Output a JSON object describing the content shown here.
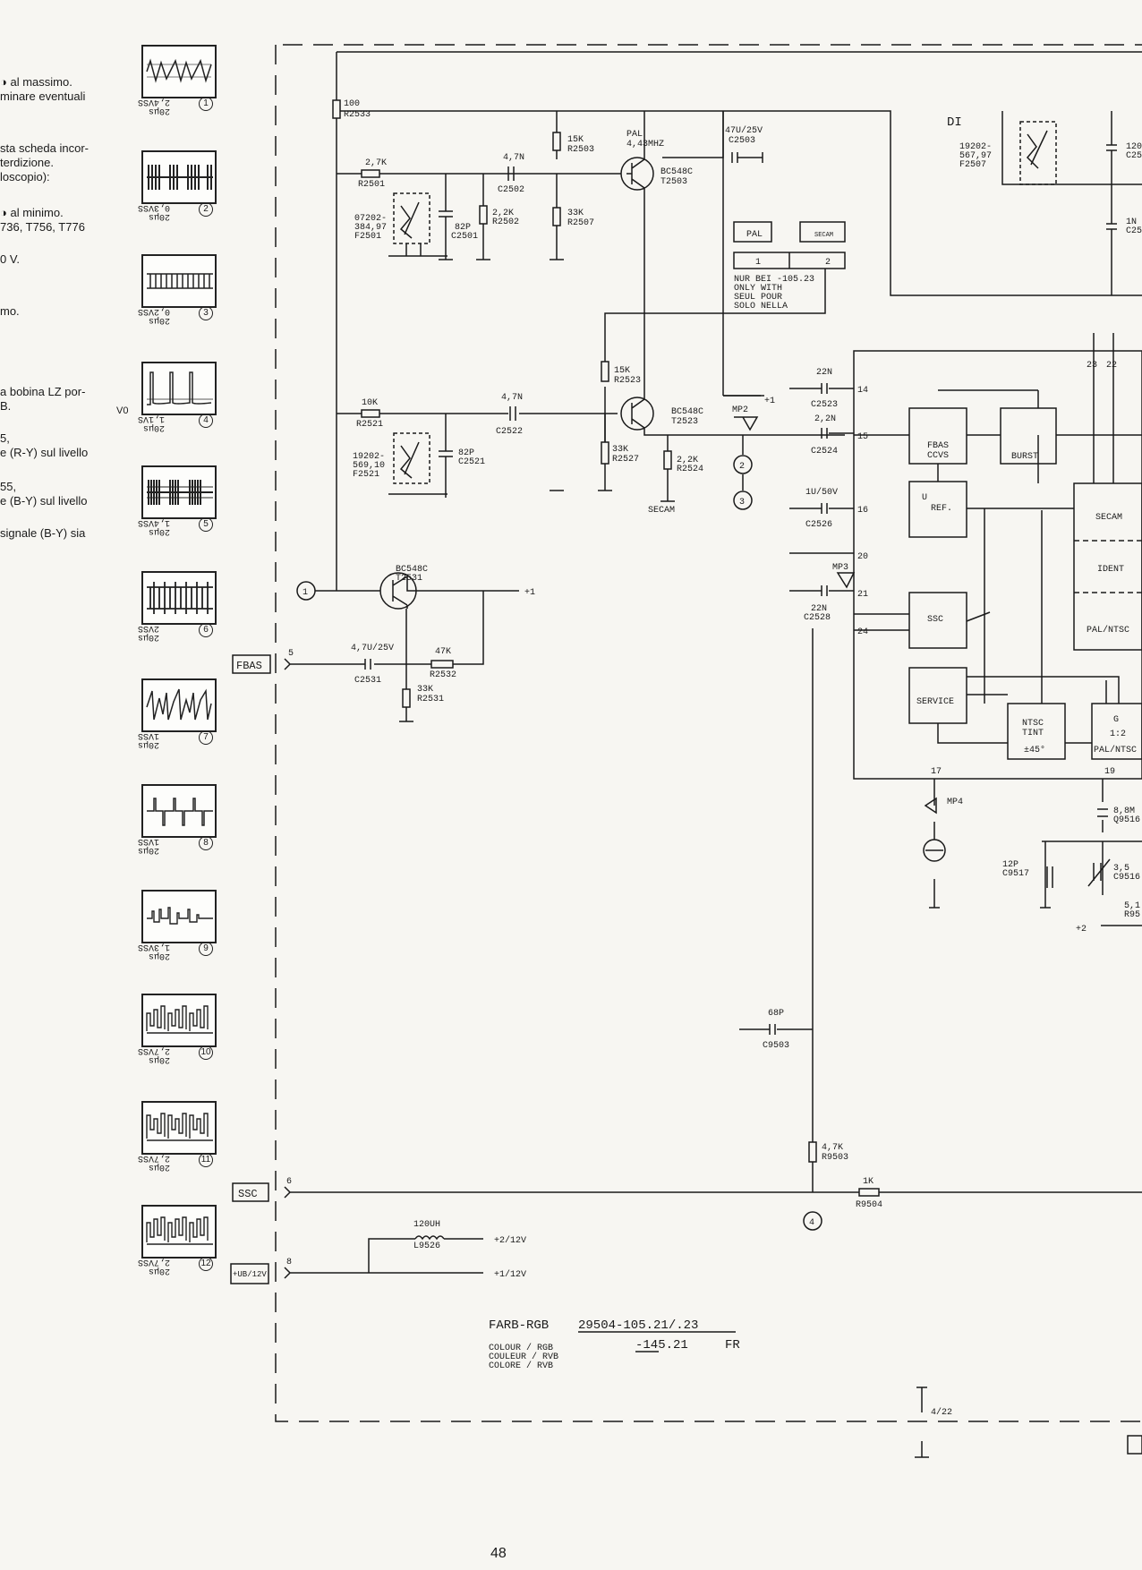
{
  "side_text": [
    "◑ al massimo.",
    "minare eventuali",
    "sta scheda incor-",
    "terdizione.",
    "loscopio):",
    "◑ al minimo.",
    "736, T756, T776",
    "0 V.",
    "mo.",
    "a bobina LZ por-",
    "B.",
    "5,",
    "e (R-Y) sul livello",
    "55,",
    "e (B-Y) sul livello",
    "signale (B-Y) sia"
  ],
  "waveforms": [
    {
      "num": "1",
      "amp": "2,4VSS",
      "time": "20μs"
    },
    {
      "num": "2",
      "amp": "0,3VSS",
      "time": "20μs"
    },
    {
      "num": "3",
      "amp": "0,2VSS",
      "time": "20μs"
    },
    {
      "num": "4",
      "amp": "1,1VS",
      "time": "20μs",
      "ref": "V0"
    },
    {
      "num": "5",
      "amp": "1,4VSS",
      "time": "20μs"
    },
    {
      "num": "6",
      "amp": "2VSS",
      "time": "20μs"
    },
    {
      "num": "7",
      "amp": "1VSS",
      "time": "20μs"
    },
    {
      "num": "8",
      "amp": "1VSS",
      "time": "20μs"
    },
    {
      "num": "9",
      "amp": "1,3VSS",
      "time": "20μs"
    },
    {
      "num": "10",
      "amp": "2,7VSS",
      "time": "20μs"
    },
    {
      "num": "11",
      "amp": "2,7VSS",
      "time": "20μs"
    },
    {
      "num": "12",
      "amp": "2,7VSS",
      "time": "20μs"
    }
  ],
  "components": {
    "r2533": [
      "100",
      "R2533"
    ],
    "r2503": [
      "15K",
      "R2503"
    ],
    "r2501": [
      "2,7K",
      "R2501"
    ],
    "c2502": [
      "4,7N",
      "C2502"
    ],
    "f2501": [
      "07202-",
      "384,97",
      "F2501"
    ],
    "c2501": [
      "82P",
      "C2501"
    ],
    "r2502": [
      "2,2K",
      "R2502"
    ],
    "r2507": [
      "33K",
      "R2507"
    ],
    "pal": [
      "PAL",
      "4,43MHZ"
    ],
    "t2503": [
      "BC548C",
      "T2503"
    ],
    "c2503": [
      "47U/25V",
      "C2503"
    ],
    "r2523": [
      "15K",
      "R2523"
    ],
    "r2521": [
      "10K",
      "R2521"
    ],
    "c2522": [
      "4,7N",
      "C2522"
    ],
    "f2521": [
      "19202-",
      "569,10",
      "F2521"
    ],
    "c2521": [
      "82P",
      "C2521"
    ],
    "r2527": [
      "33K",
      "R2527"
    ],
    "t2523": [
      "BC548C",
      "T2523"
    ],
    "r2524": [
      "2,2K",
      "R2524"
    ],
    "secam_label": "SECAM",
    "mp2": "MP2",
    "mp3": "MP3",
    "mp4": "MP4",
    "c2523": [
      "22N",
      "C2523"
    ],
    "c2524": [
      "2,2N",
      "C2524"
    ],
    "c2526": [
      "1U/50V",
      "C2526"
    ],
    "c2528": [
      "22N",
      "C2528"
    ],
    "t2531": [
      "BC548C",
      "T2531"
    ],
    "c2531": [
      "4,7U/25V",
      "C2531"
    ],
    "r2532": [
      "47K",
      "R2532"
    ],
    "r2531": [
      "33K",
      "R2531"
    ],
    "c9503": [
      "68P",
      "C9503"
    ],
    "r9503": [
      "4,7K",
      "R9503"
    ],
    "r9504": [
      "1K",
      "R9504"
    ],
    "l9526": [
      "120UH",
      "L9526"
    ],
    "f2507": [
      "19202-",
      "567,97",
      "F2507"
    ],
    "c9517": [
      "12P",
      "C9517"
    ],
    "q9516": [
      "8,8M",
      "Q9516"
    ],
    "c9516": [
      "3,5",
      "C9516"
    ],
    "r95": [
      "5,1",
      "R95"
    ],
    "c25_a": [
      "120",
      "C25"
    ],
    "c25_b": [
      "1N",
      "C25"
    ]
  },
  "ic_blocks": {
    "fbas": [
      "FBAS",
      "CCVS"
    ],
    "burst": "BURST",
    "ref": [
      "U",
      "REF."
    ],
    "ssc": "SSC",
    "service": "SERVICE",
    "ntsc": [
      "NTSC",
      "TINT",
      "±45°"
    ],
    "g": [
      "G",
      "1:2",
      "PAL/NTSC"
    ],
    "secam": "SECAM",
    "ident": "IDENT",
    "palntsc": "PAL/NTSC"
  },
  "pins": [
    "14",
    "15",
    "16",
    "20",
    "21",
    "24",
    "17",
    "19",
    "23",
    "22"
  ],
  "box12": [
    "1",
    "2"
  ],
  "only_with": [
    "NUR BEI -105.23",
    "ONLY WITH",
    "SEUL POUR",
    "SOLO NELLA"
  ],
  "switch_labels": [
    "PAL",
    "SECAM"
  ],
  "d1": "DI",
  "inputs": [
    {
      "tag": "FBAS",
      "pin": "5"
    },
    {
      "tag": "SSC",
      "pin": "6"
    },
    {
      "tag": "+UB/12V",
      "pin": "8"
    }
  ],
  "rails": [
    "+1",
    "+1",
    "+2/12V",
    "+1/12V",
    "+2"
  ],
  "test_points": [
    "1",
    "2",
    "3",
    "4"
  ],
  "ground_ref": "4/22",
  "title_block": {
    "main": "FARB-RGB",
    "number": "29504-105.21/.23",
    "number2": "-145.21",
    "fr": "FR",
    "sub": [
      "COLOUR / RGB",
      "COULEUR / RVB",
      "COLORE / RVB"
    ]
  },
  "page_number": "48"
}
